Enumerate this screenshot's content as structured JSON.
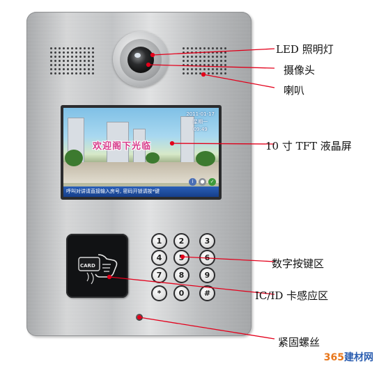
{
  "labels": {
    "led": "LED 照明灯",
    "camera": "摄像头",
    "speaker": "喇叭",
    "screen": "10 寸 TFT 液晶屏",
    "keypad": "数字按键区",
    "card": "IC/ID 卡感应区",
    "screw": "紧固螺丝"
  },
  "screen": {
    "date": "2011-01-17",
    "weekday": "星期一",
    "time": "09:49",
    "banner": "欢迎阁下光临",
    "hint": "呼叫对讲请直接输入房号, 密码开锁请按*键"
  },
  "card_reader": {
    "label": "CARD"
  },
  "keypad": {
    "keys": [
      "1",
      "2",
      "3",
      "4",
      "5",
      "6",
      "7",
      "8",
      "9",
      "*",
      "0",
      "#"
    ]
  },
  "watermark": {
    "num": "365",
    "text": "建材网"
  },
  "colors": {
    "leader_line": "#e3001b",
    "screen_bar": "#1f4fa3",
    "watermark_num": "#e8761a",
    "watermark_text": "#2a5db0"
  }
}
